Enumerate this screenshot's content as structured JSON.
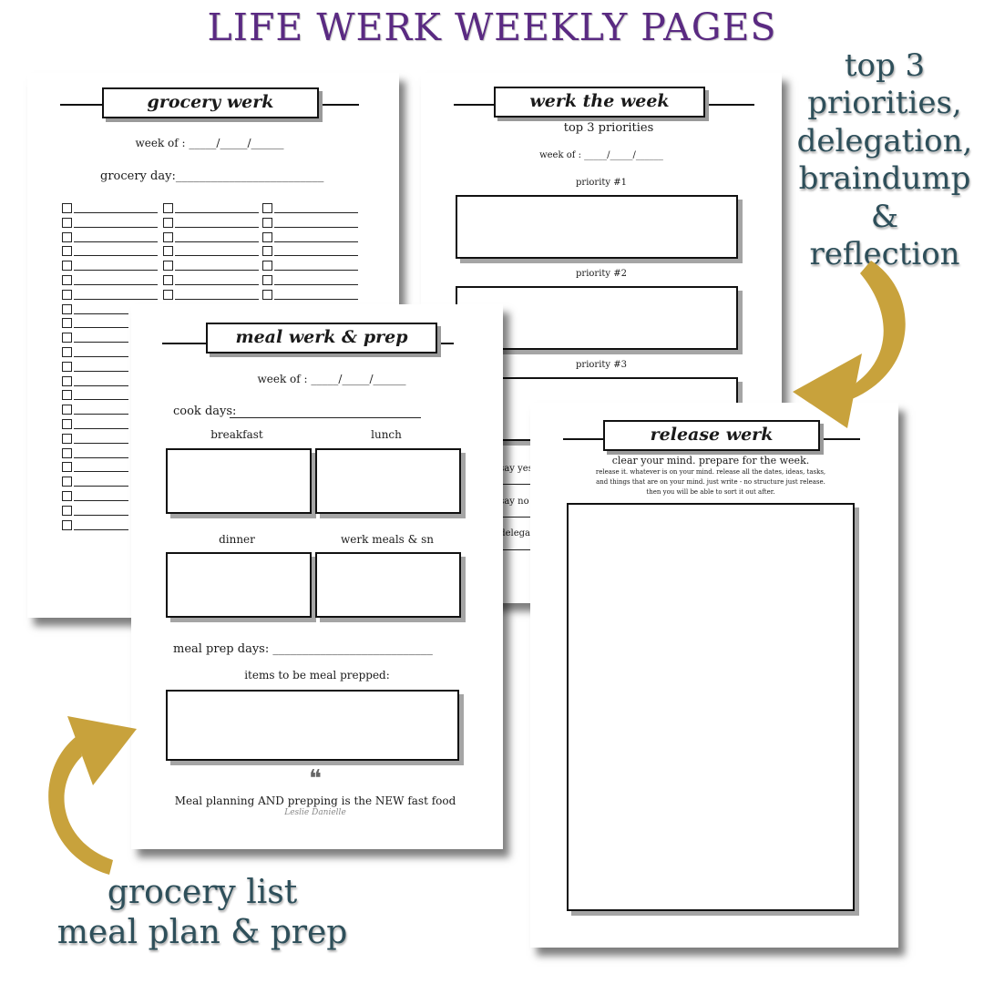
{
  "headline": "LIFE WERK WEEKLY PAGES",
  "callout_top": [
    "top 3",
    "priorities,",
    "delegation,",
    "braindump",
    "& reflection"
  ],
  "callout_bottom": [
    "grocery  list",
    "meal plan & prep"
  ],
  "grocery_page": {
    "title": "grocery werk",
    "week_of": "week of : _____/_____/______",
    "grocery_day": "grocery day:_________________________"
  },
  "week_page": {
    "title": "werk the week",
    "subtitle": "top 3 priorities",
    "week_of": "week of : _____/_____/______",
    "priorities": [
      "priority #1",
      "priority #2",
      "priority #3"
    ],
    "lines": [
      "I need to say yes",
      "I need to say no",
      "I need to delegat"
    ]
  },
  "meal_page": {
    "title": "meal werk & prep",
    "week_of": "week of : _____/_____/______",
    "cook_days": "cook days:",
    "breakfast": "breakfast",
    "lunch": "lunch",
    "dinner": "dinner",
    "snacks": "werk meals & sn",
    "prep_days": "meal prep days: ___________________________",
    "items_label": "items to be meal prepped:",
    "quote_mark": "❝",
    "quote": "Meal planning AND prepping  is the NEW fast food",
    "signature": "Leslie Danielle"
  },
  "release_page": {
    "title": "release werk",
    "heading": "clear your mind. prepare for the week.",
    "text_lines": [
      "release it. whatever is on your mind. release all the dates, ideas, tasks,",
      "and things that are on your mind. just write - no structure just release.",
      "then you will be able to sort it out after."
    ]
  }
}
